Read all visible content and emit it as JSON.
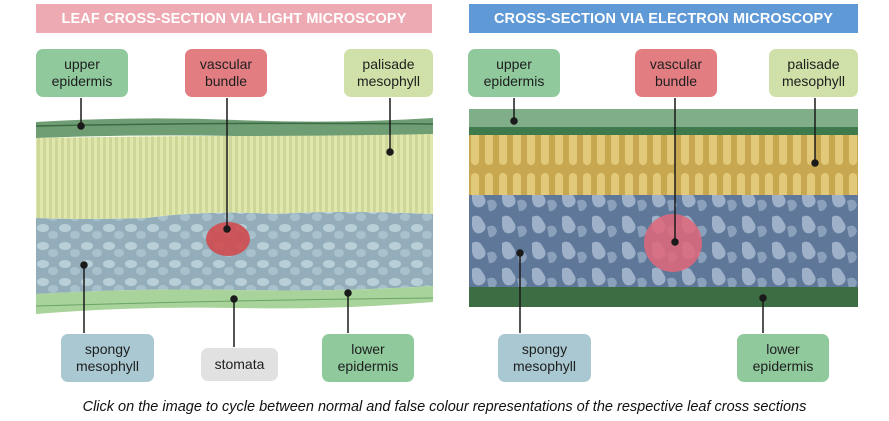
{
  "left_panel": {
    "title": "LEAF CROSS-SECTION VIA LIGHT MICROSCOPY",
    "labels": {
      "upper_epidermis": "upper\nepidermis",
      "vascular_bundle": "vascular\nbundle",
      "palisade_mesophyll": "palisade\nmesophyll",
      "spongy_mesophyll": "spongy\nmesophyll",
      "stomata": "stomata",
      "lower_epidermis": "lower\nepidermis"
    }
  },
  "right_panel": {
    "title": "CROSS-SECTION VIA ELECTRON MICROSCOPY",
    "labels": {
      "upper_epidermis": "upper\nepidermis",
      "vascular_bundle": "vascular\nbundle",
      "palisade_mesophyll": "palisade\nmesophyll",
      "spongy_mesophyll": "spongy\nmesophyll",
      "lower_epidermis": "lower\nepidermis"
    }
  },
  "caption": "Click on the image to cycle between normal and false colour representations of the respective leaf cross sections",
  "colors": {
    "left_banner": "#eeaab3",
    "right_banner": "#5f99d6",
    "epidermis_tag": "#8fc99c",
    "vascular_tag": "#e27e82",
    "palisade_tag": "#cfe0a8",
    "spongy_tag": "#a9c8d1",
    "stomata_tag": "#e1e1e1"
  }
}
